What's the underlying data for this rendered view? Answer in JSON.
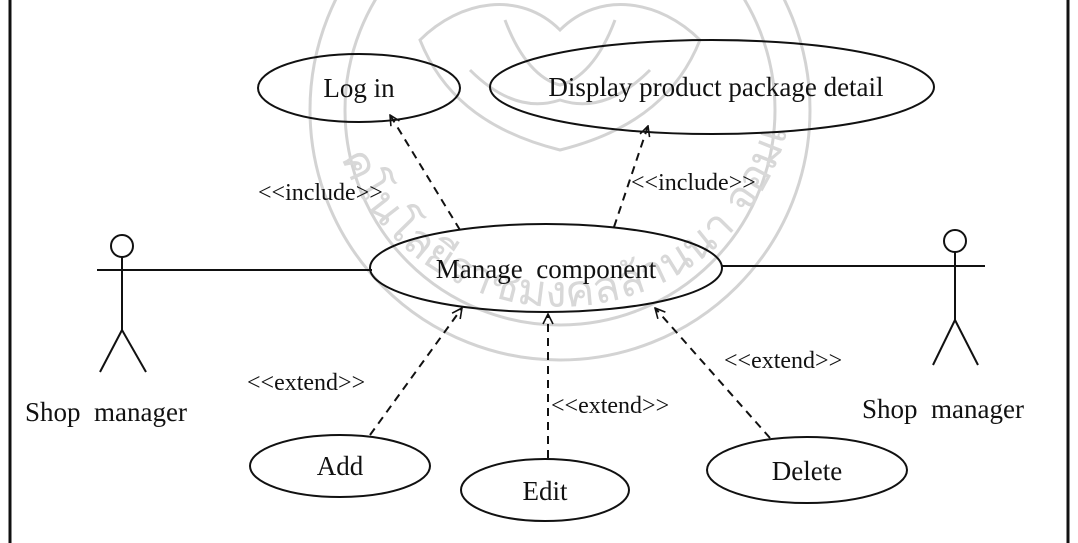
{
  "diagram": {
    "type": "use-case",
    "actors": [
      {
        "id": "actor-left",
        "label": "Shop  manager"
      },
      {
        "id": "actor-right",
        "label": "Shop  manager"
      }
    ],
    "use_cases": {
      "login": "Log in",
      "display": "Display product package detail",
      "manage": "Manage  component",
      "add": "Add",
      "edit": "Edit",
      "delete": "Delete"
    },
    "relations": {
      "include_login": "<<include>>",
      "include_display": "<<include>>",
      "extend_add": "<<extend>>",
      "extend_edit": "<<extend>>",
      "extend_delete": "<<extend>>"
    },
    "watermark": {
      "description": "university seal watermark (Thai lettering)",
      "text": "คโนโลยีราชมงคลล้านนา จอมเกล้า"
    }
  },
  "colors": {
    "line": "#111111",
    "watermark": "#cfcfcf",
    "background": "#ffffff"
  }
}
